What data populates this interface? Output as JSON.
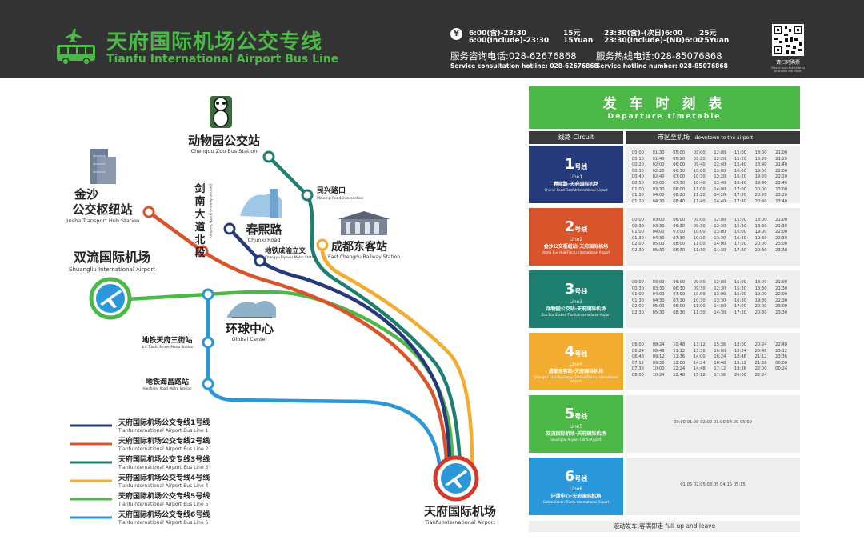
{
  "header": {
    "title_cn": "天府国际机场公交专线",
    "title_en": "Tianfu International Airport Bus Line",
    "fares": [
      {
        "time_cn": "6:00(含)-23:30",
        "time_en": "6:00(Include)-23:30",
        "price_cn": "15元",
        "price_en": "15Yuan"
      },
      {
        "time_cn": "23:30(含)-(次日)6:00",
        "time_en": "23:30(Include)-(ND)6:00",
        "price_cn": "25元",
        "price_en": "25Yuan"
      }
    ],
    "consult_cn": "服务咨询电话:028-62676868",
    "consult_en": "Service consultation hotline: 028-62676868",
    "hotline_cn": "服务热线电话:028-85076868",
    "hotline_en": "Service hotline number: 028-85076868",
    "qr_label": "请扫码购票",
    "qr_sub": "Please scan the code to purchase the ticket"
  },
  "colors": {
    "header_bg": "#333333",
    "brand_green": "#4cb848",
    "line1": "#243a7a",
    "line2": "#d9532b",
    "line3": "#1e7f70",
    "line4": "#f2ac2f",
    "line5": "#4cb848",
    "line6": "#2a97d9",
    "airport_ring": "#d33a2c"
  },
  "map": {
    "stations": {
      "zoo_cn": "动物园公交站",
      "zoo_en": "Chengdu Zoo Bus Station",
      "jinsha_cn1": "金沙",
      "jinsha_cn2": "公交枢纽站",
      "jinsha_en": "Jinsha Transport Hub Station",
      "shuangliu_cn": "双流国际机场",
      "shuangliu_en": "Shuangliu International Airport",
      "chunxi_cn": "春熙路",
      "chunxi_en": "Chunxi Road",
      "jiannan_cn": [
        "剑",
        "南",
        "大",
        "道",
        "北",
        "段"
      ],
      "jiannan_en": "Jiannan Avenue North Section",
      "minxing_cn": "民兴路口",
      "minxing_en": "Minxing Road intersection",
      "chengyu_cn": "地铁成渝立交",
      "chengyu_en": "Chengyu Flyover Metro Station",
      "eastrail_cn": "成都东客站",
      "eastrail_en": "East Chengdu Railway Station",
      "global_cn": "环球中心",
      "global_en": "Global Center",
      "tianfu3_cn": "地铁天府三街站",
      "tianfu3_en": "3rd Tianfu Street Metro Station",
      "haichang_cn": "地铁海昌路站",
      "haichang_en": "Haichang Road Metro Station",
      "tianfu_airport_cn": "天府国际机场",
      "tianfu_airport_en": "Tianfu International Airport"
    },
    "legend": [
      {
        "cn": "天府国际机场公交专线1号线",
        "en": "TianfuInternational Airport Bus Line 1",
        "color": "#243a7a"
      },
      {
        "cn": "天府国际机场公交专线2号线",
        "en": "TianfuInternational Airport Bus Line 2",
        "color": "#d9532b"
      },
      {
        "cn": "天府国际机场公交专线3号线",
        "en": "TianfuInternational Airport Bus Line 3",
        "color": "#1e7f70"
      },
      {
        "cn": "天府国际机场公交专线4号线",
        "en": "TianfuInternational Airport Bus Line 4",
        "color": "#f2ac2f"
      },
      {
        "cn": "天府国际机场公交专线5号线",
        "en": "TianfuInternational Airport Bus Line 5",
        "color": "#4cb848"
      },
      {
        "cn": "天府国际机场公交专线6号线",
        "en": "TianfuInternational Airport Bus Line 6",
        "color": "#2a97d9"
      }
    ]
  },
  "timetable": {
    "title_cn": "发 车 时 刻 表",
    "title_en": "Departure timetable",
    "col_circuit": "线路 Circuit",
    "col_direction_cn": "市区至机场",
    "col_direction_en": "downtown to the airport",
    "footer": "滚动发车,客满即走    full up and leave",
    "lines": [
      {
        "num": "1",
        "suffix": "号线",
        "en": "Line1",
        "route_cn": "春熙路-天府国际机场",
        "route_en": "Chunxi Road-TianfuInternational Airport",
        "color": "#243a7a",
        "times": [
          "00:00",
          "01:30",
          "05:00",
          "09:00",
          "12:00",
          "15:00",
          "18:00",
          "21:00",
          "00:10",
          "01:40",
          "05:20",
          "09:20",
          "12:20",
          "15:20",
          "18:20",
          "21:20",
          "00:20",
          "02:00",
          "06:00",
          "09:40",
          "12:40",
          "15:40",
          "18:40",
          "21:40",
          "00:30",
          "02:20",
          "06:30",
          "10:00",
          "13:00",
          "16:00",
          "19:00",
          "22:00",
          "00:40",
          "02:40",
          "07:00",
          "10:30",
          "13:20",
          "16:20",
          "19:20",
          "22:20",
          "00:50",
          "03:00",
          "07:30",
          "10:40",
          "13:40",
          "16:40",
          "19:40",
          "22:40",
          "01:00",
          "03:30",
          "08:00",
          "11:00",
          "14:00",
          "17:00",
          "20:00",
          "23:00",
          "01:10",
          "04:00",
          "08:20",
          "11:20",
          "14:20",
          "17:20",
          "20:20",
          "23:20",
          "01:20",
          "04:30",
          "08:40",
          "11:40",
          "14:40",
          "17:40",
          "20:40",
          "23:40"
        ]
      },
      {
        "num": "2",
        "suffix": "号线",
        "en": "Line2",
        "route_cn": "金沙公交枢纽站-天府国际机场",
        "route_en": "Jinsha Bus Hub-Tianfu International Airport",
        "color": "#d9532b",
        "times": [
          "00:00",
          "03:00",
          "06:00",
          "09:00",
          "12:00",
          "15:00",
          "18:00",
          "21:00",
          "00:30",
          "03:30",
          "06:30",
          "09:30",
          "12:30",
          "15:30",
          "18:30",
          "21:30",
          "01:00",
          "04:00",
          "07:00",
          "10:00",
          "13:00",
          "16:00",
          "19:00",
          "22:00",
          "01:30",
          "04:30",
          "07:30",
          "10:30",
          "13:30",
          "16:30",
          "19:30",
          "22:30",
          "02:00",
          "05:00",
          "08:00",
          "11:00",
          "14:00",
          "17:00",
          "20:00",
          "23:00",
          "02:30",
          "05:30",
          "08:30",
          "11:30",
          "14:30",
          "17:30",
          "20:30",
          "23:30"
        ]
      },
      {
        "num": "3",
        "suffix": "号线",
        "en": "Line3",
        "route_cn": "动物园公交站-天府国际机场",
        "route_en": "Zoo Bus Station-Tianfu International Airport",
        "color": "#1e7f70",
        "times": [
          "00:00",
          "03:00",
          "06:00",
          "09:00",
          "12:00",
          "15:00",
          "18:00",
          "21:00",
          "00:30",
          "03:30",
          "06:30",
          "09:30",
          "12:30",
          "15:30",
          "18:30",
          "21:30",
          "01:00",
          "04:00",
          "07:00",
          "10:00",
          "13:00",
          "16:00",
          "19:00",
          "22:00",
          "01:30",
          "04:30",
          "07:30",
          "10:30",
          "13:30",
          "16:30",
          "19:30",
          "22:30",
          "02:00",
          "05:00",
          "08:00",
          "11:00",
          "14:00",
          "17:00",
          "20:00",
          "23:00",
          "02:30",
          "05:30",
          "08:30",
          "11:30",
          "14:30",
          "17:30",
          "20:30",
          "23:30"
        ]
      },
      {
        "num": "4",
        "suffix": "号线",
        "en": "Line4",
        "route_cn": "成都东客站-天府国际机场",
        "route_en": "Chengdu East Passenger Station-Tianfu International Airport",
        "color": "#f2ac2f",
        "times": [
          "06:00",
          "08:24",
          "10:48",
          "13:12",
          "15:36",
          "18:00",
          "20:24",
          "22:48",
          "06:24",
          "08:48",
          "11:12",
          "13:36",
          "16:00",
          "18:24",
          "20:48",
          "23:12",
          "06:48",
          "09:12",
          "11:36",
          "14:00",
          "16:24",
          "18:48",
          "21:12",
          "23:36",
          "07:12",
          "09:36",
          "12:00",
          "14:24",
          "16:48",
          "19:12",
          "21:36",
          "00:00",
          "07:36",
          "10:00",
          "12:24",
          "14:48",
          "17:12",
          "19:36",
          "22:00",
          "00:24",
          "08:00",
          "10:24",
          "12:48",
          "15:12",
          "17:36",
          "20:00",
          "22:24",
          ""
        ]
      },
      {
        "num": "5",
        "suffix": "号线",
        "en": "Line5",
        "route_cn": "双流国际机场-天府国际机场",
        "route_en": "Shuangliu Airport-Tianfu Airport",
        "color": "#4cb848",
        "times_text": "00:00  01:00  02:00  03:00  04:00  05:00"
      },
      {
        "num": "6",
        "suffix": "号线",
        "en": "Line6",
        "route_cn": "环球中心-天府国际机场",
        "route_en": "Global Center-Tianfu International Airport",
        "color": "#2a97d9",
        "times_text": "01:05  02:05  03:05  04:15  05:15"
      }
    ]
  }
}
